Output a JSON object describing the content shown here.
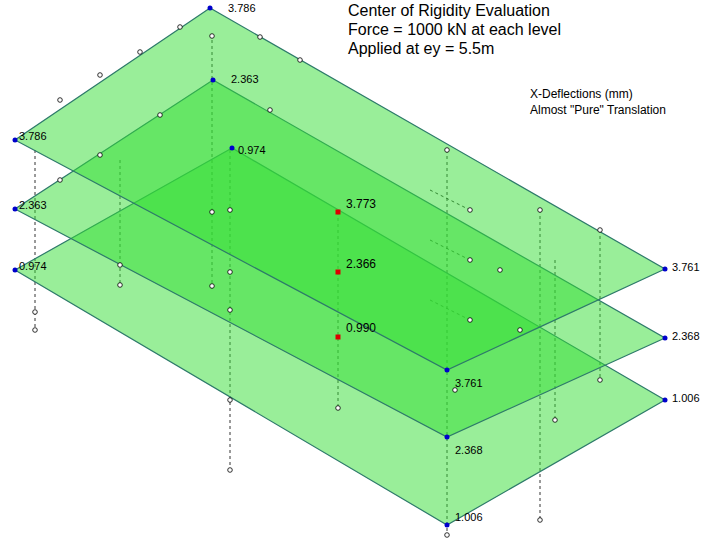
{
  "diagram": {
    "title": "Center of Rigidity Evaluation",
    "labels": [
      "Force = 1000 kN at each level",
      "Applied at ey = 5.5m",
      "X-Deflections (mm)",
      "Almost \"Pure\" Translation",
      "3.786",
      "3.786",
      "2.363",
      "2.363",
      "0.974",
      "0.974",
      "3.773",
      "2.366",
      "0.990",
      "3.761",
      "3.761",
      "2.368",
      "2.368",
      "1.006",
      "1.006"
    ]
  }
}
